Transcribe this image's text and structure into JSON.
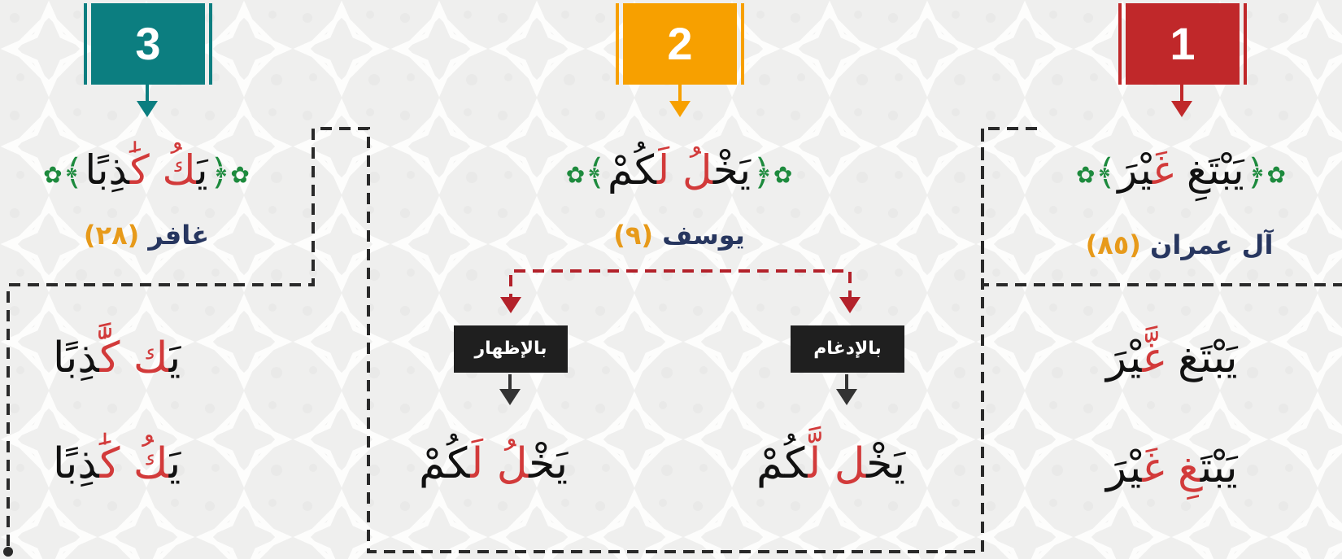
{
  "badges": [
    "1",
    "2",
    "3"
  ],
  "verses": [
    {
      "part_black_1": "يَبْتَغِ ",
      "part_red": "غَ",
      "part_black_2": "يْرَ",
      "sura": "آل عمران",
      "number": "(٨٥)",
      "line1": {
        "black": "يَبْتَغ ",
        "red": "غَّ",
        "black2": "يْرَ"
      },
      "line2": {
        "black": "يَبْتَ",
        "red": "غِ غَ",
        "black2": "يْرَ"
      }
    },
    {
      "part_black_1": "يَخْ",
      "part_red": "لُ لَ",
      "part_black_2": "كُمْ",
      "sura": "يوسف",
      "number": "(٩)",
      "tag_idgham": "بالإدغام",
      "tag_izhar": "بالإظهار",
      "idgham": {
        "black": "يَخْ",
        "red": "ل لَّ",
        "black2": "كُمْ"
      },
      "izhar": {
        "black": "يَخْ",
        "red": "لُ لَ",
        "black2": "كُمْ"
      }
    },
    {
      "part_black_1": "يَ",
      "part_red": "كُ كَ",
      "part_black_2": "ٰذِبًا",
      "sura": "غافر",
      "number": "(٢٨)",
      "line1": {
        "black": "يَ",
        "red": "ك كَّ",
        "black2": "ٰذِبًا"
      },
      "line2": {
        "black": "يَ",
        "red": "كُ كَ",
        "black2": "ٰذِبًا"
      }
    }
  ],
  "colors": {
    "badge1": "#c0282a",
    "badge2": "#f7a000",
    "badge3": "#0c7e80",
    "red": "#d23a3a",
    "green": "#1d8a3d",
    "sura_blue": "#27365f",
    "number_orange": "#e79a1a",
    "dashed_dark": "#2a2a2a",
    "dashed_red": "#b3212a"
  },
  "icons": [
    "arrow-down-icon",
    "ornament-rosette-icon"
  ]
}
